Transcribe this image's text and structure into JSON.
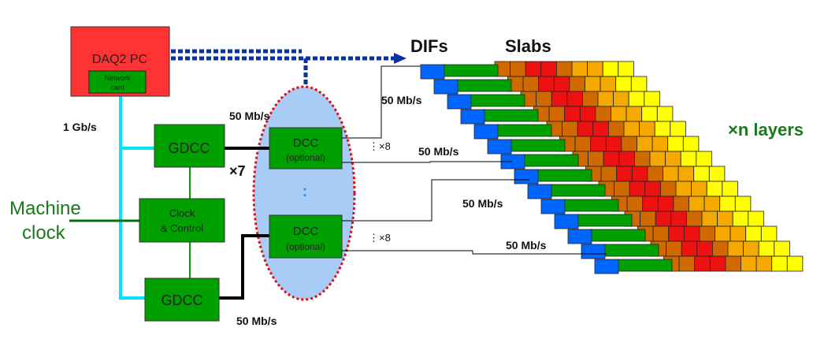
{
  "daq_pc": {
    "title": "DAQ2  PC",
    "network_card": [
      "Network",
      "card"
    ]
  },
  "gdcc_top": {
    "label": "GDCC"
  },
  "gdcc_bottom": {
    "label": "GDCC"
  },
  "clock_control": {
    "line1": "Clock",
    "line2": "& Control"
  },
  "dcc_top": {
    "line1": "DCC",
    "line2": "(optional)"
  },
  "dcc_bottom": {
    "line1": "DCC",
    "line2": "(optional)"
  },
  "dcc_ellipsis": ":",
  "machine_clock": {
    "line1": "Machine",
    "line2": "clock"
  },
  "labels": {
    "link_1gb": "1 Gb/s",
    "rate_gdcc_dcc_top": "50 Mb/s",
    "rate_gdcc_dcc_bottom": "50 Mb/s",
    "times7": "×7",
    "x8_top": "⋮×8",
    "x8_bottom": "⋮×8",
    "rate_dif_1": "50 Mb/s",
    "rate_dif_2": "50 Mb/s",
    "rate_dif_3": "50 Mb/s",
    "rate_dif_4": "50 Mb/s",
    "difs": "DIFs",
    "slabs": "Slabs",
    "n_layers": "×n layers"
  },
  "colors": {
    "pc_red": "#ff3333",
    "board_green": "#00a000",
    "dif_blue": "#0066ff",
    "cyan_link": "#00e5ff",
    "ellipse_fill": "#a8ccf5",
    "ellipse_border": "#e01010",
    "dashed_blue": "#0a32a0",
    "text_green": "#1a7a1a",
    "cell_orange": "#d06a00",
    "cell_red": "#ee1111",
    "cell_amber": "#f5a800",
    "cell_yellow": "#ffff00"
  }
}
